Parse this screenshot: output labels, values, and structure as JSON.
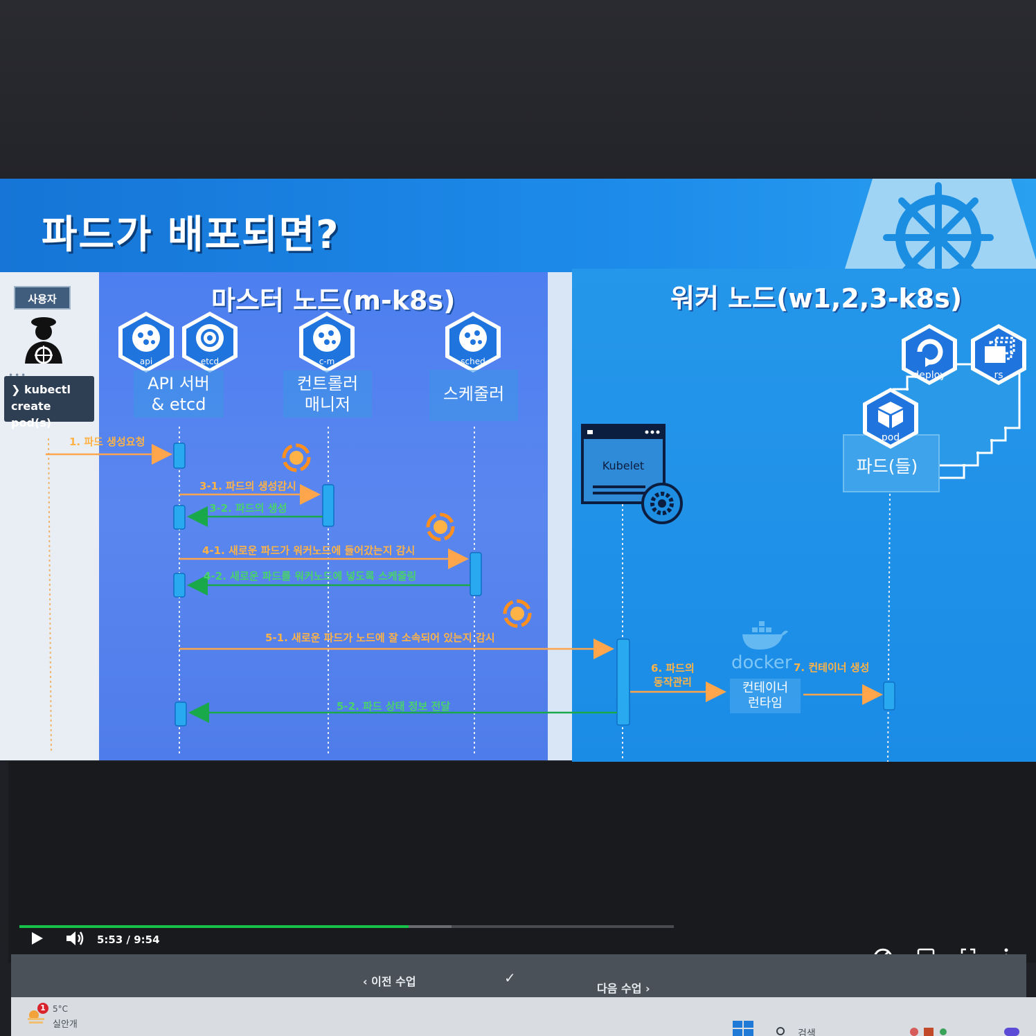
{
  "slide": {
    "title": "파드가 배포되면?",
    "user_label": "사용자",
    "command": [
      "kubectl",
      "create pod(s)"
    ],
    "master_title": "마스터 노드(m-k8s)",
    "worker_title": "워커 노드(w1,2,3-k8s)",
    "components": {
      "api": "api",
      "etcd": "etcd",
      "cm": "c-m",
      "sched": "sched",
      "deploy": "deploy",
      "rs": "rs",
      "pod": "pod"
    },
    "labels": {
      "api_server": [
        "API 서버",
        "& etcd"
      ],
      "controller": [
        "컨트롤러",
        "매니저"
      ],
      "scheduler": "스케줄러",
      "kubelet": "Kubelet",
      "pods": "파드(들)",
      "docker": "docker",
      "runtime": [
        "컨테이너",
        "런타임"
      ]
    },
    "steps": {
      "s1": "1. 파드 생성요청",
      "s31": "3-1. 파드의 생성감시",
      "s32": "3-2. 파드의 생성",
      "s41": "4-1. 새로운 파드가 워커노드에 들어갔는지 감시",
      "s42": "4-2. 새로운 파드를 워커노드에 넣도록 스케줄링",
      "s51": "5-1. 새로운 파드가 노드에 잘 소속되어 있는지 감시",
      "s52": "5-2. 파드 상태 정보 전달",
      "s6": [
        "6. 파드의",
        "동작관리"
      ],
      "s7": "7. 컨테이너 생성"
    },
    "colors": {
      "header": "#1d8bea",
      "master_bg": "#5a86ef",
      "worker_bg": "#1b8ce6",
      "watch_arrow": "#ffa64d",
      "result_arrow": "#19a84a"
    }
  },
  "player": {
    "time": "5:53 / 9:54",
    "progress": 0.595,
    "buffered": 0.66,
    "icons": [
      "play-icon",
      "volume-icon",
      "speed-icon",
      "subtitles-icon",
      "fullscreen-icon",
      "more-icon"
    ]
  },
  "lesson_nav": {
    "prev": "이전 수업",
    "next": "다음 수업"
  },
  "taskbar": {
    "badge": "1",
    "temperature": "5°C",
    "weather": "실안개",
    "search": "검색"
  }
}
